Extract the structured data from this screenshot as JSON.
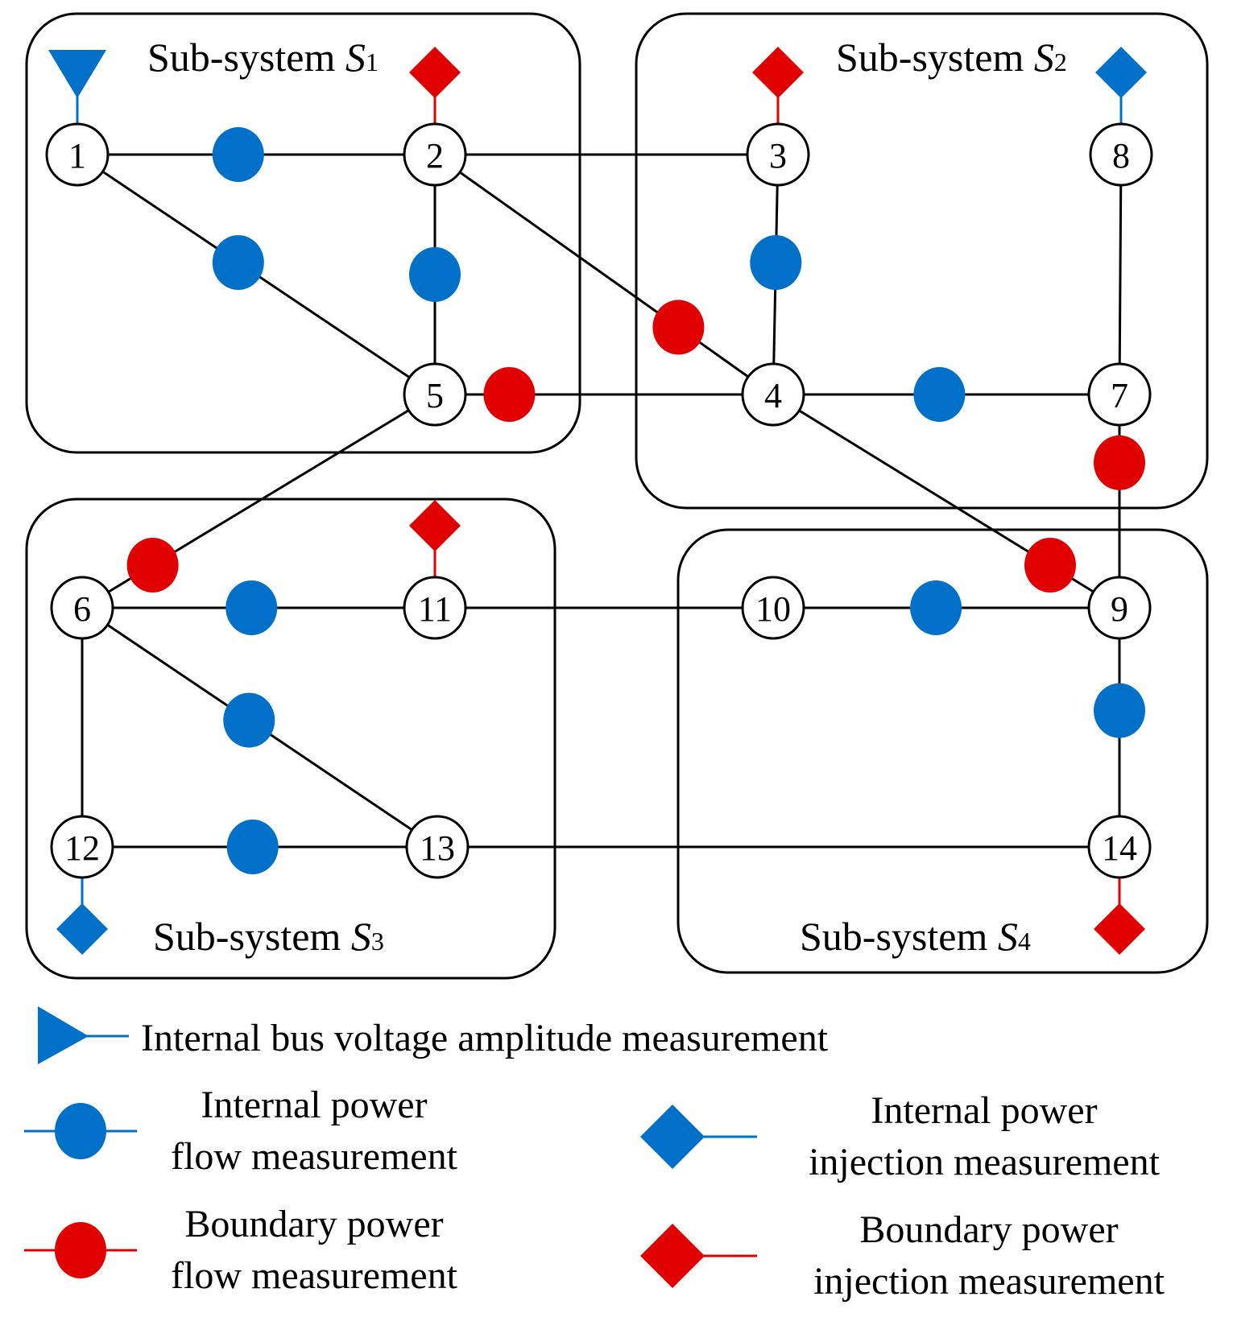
{
  "colors": {
    "internal": "#0070c8",
    "boundary": "#e00000",
    "line": "#000000",
    "node_fill": "#ffffff"
  },
  "subsystems": [
    {
      "id": "s1",
      "label": "Sub-system ",
      "symbol": "S",
      "sub": "1"
    },
    {
      "id": "s2",
      "label": "Sub-system ",
      "symbol": "S",
      "sub": "2"
    },
    {
      "id": "s3",
      "label": "Sub-system ",
      "symbol": "S",
      "sub": "3"
    },
    {
      "id": "s4",
      "label": "Sub-system ",
      "symbol": "S",
      "sub": "4"
    }
  ],
  "buses": [
    "1",
    "2",
    "3",
    "4",
    "5",
    "6",
    "7",
    "8",
    "9",
    "10",
    "11",
    "12",
    "13",
    "14"
  ],
  "branches": [
    {
      "from": "1",
      "to": "2",
      "measurement": "internal"
    },
    {
      "from": "1",
      "to": "5",
      "measurement": "internal"
    },
    {
      "from": "2",
      "to": "5",
      "measurement": "internal"
    },
    {
      "from": "2",
      "to": "3",
      "measurement": "none"
    },
    {
      "from": "2",
      "to": "4",
      "measurement": "boundary"
    },
    {
      "from": "3",
      "to": "4",
      "measurement": "internal"
    },
    {
      "from": "5",
      "to": "4",
      "measurement": "boundary"
    },
    {
      "from": "4",
      "to": "7",
      "measurement": "internal"
    },
    {
      "from": "8",
      "to": "7",
      "measurement": "none"
    },
    {
      "from": "7",
      "to": "9",
      "measurement": "boundary"
    },
    {
      "from": "4",
      "to": "9",
      "measurement": "boundary"
    },
    {
      "from": "5",
      "to": "6",
      "measurement": "boundary"
    },
    {
      "from": "6",
      "to": "11",
      "measurement": "internal"
    },
    {
      "from": "6",
      "to": "13",
      "measurement": "internal"
    },
    {
      "from": "6",
      "to": "12",
      "measurement": "none"
    },
    {
      "from": "12",
      "to": "13",
      "measurement": "internal"
    },
    {
      "from": "11",
      "to": "10",
      "measurement": "none"
    },
    {
      "from": "10",
      "to": "9",
      "measurement": "internal"
    },
    {
      "from": "9",
      "to": "14",
      "measurement": "internal"
    },
    {
      "from": "13",
      "to": "14",
      "measurement": "none"
    }
  ],
  "voltage_measurements": [
    {
      "bus": "1",
      "type": "internal"
    }
  ],
  "injection_measurements": [
    {
      "bus": "2",
      "type": "boundary"
    },
    {
      "bus": "3",
      "type": "boundary"
    },
    {
      "bus": "8",
      "type": "internal"
    },
    {
      "bus": "11",
      "type": "boundary"
    },
    {
      "bus": "12",
      "type": "internal"
    },
    {
      "bus": "14",
      "type": "boundary"
    }
  ],
  "legend": {
    "voltage": "Internal bus voltage amplitude measurement",
    "internal_flow_1": "Internal power",
    "internal_flow_2": "flow measurement",
    "internal_injection_1": "Internal power",
    "internal_injection_2": "injection measurement",
    "boundary_flow_1": "Boundary power",
    "boundary_flow_2": "flow measurement",
    "boundary_injection_1": "Boundary power",
    "boundary_injection_2": "injection measurement"
  }
}
